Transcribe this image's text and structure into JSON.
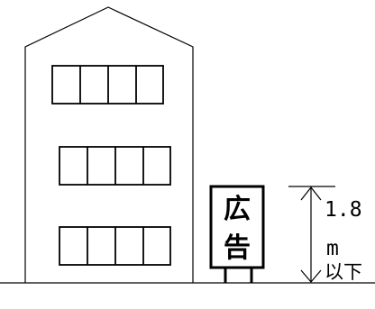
{
  "sign": {
    "line1": "広",
    "line2": "告"
  },
  "dimension": {
    "value": "1.8",
    "unit": "m",
    "qualifier": "以下"
  }
}
